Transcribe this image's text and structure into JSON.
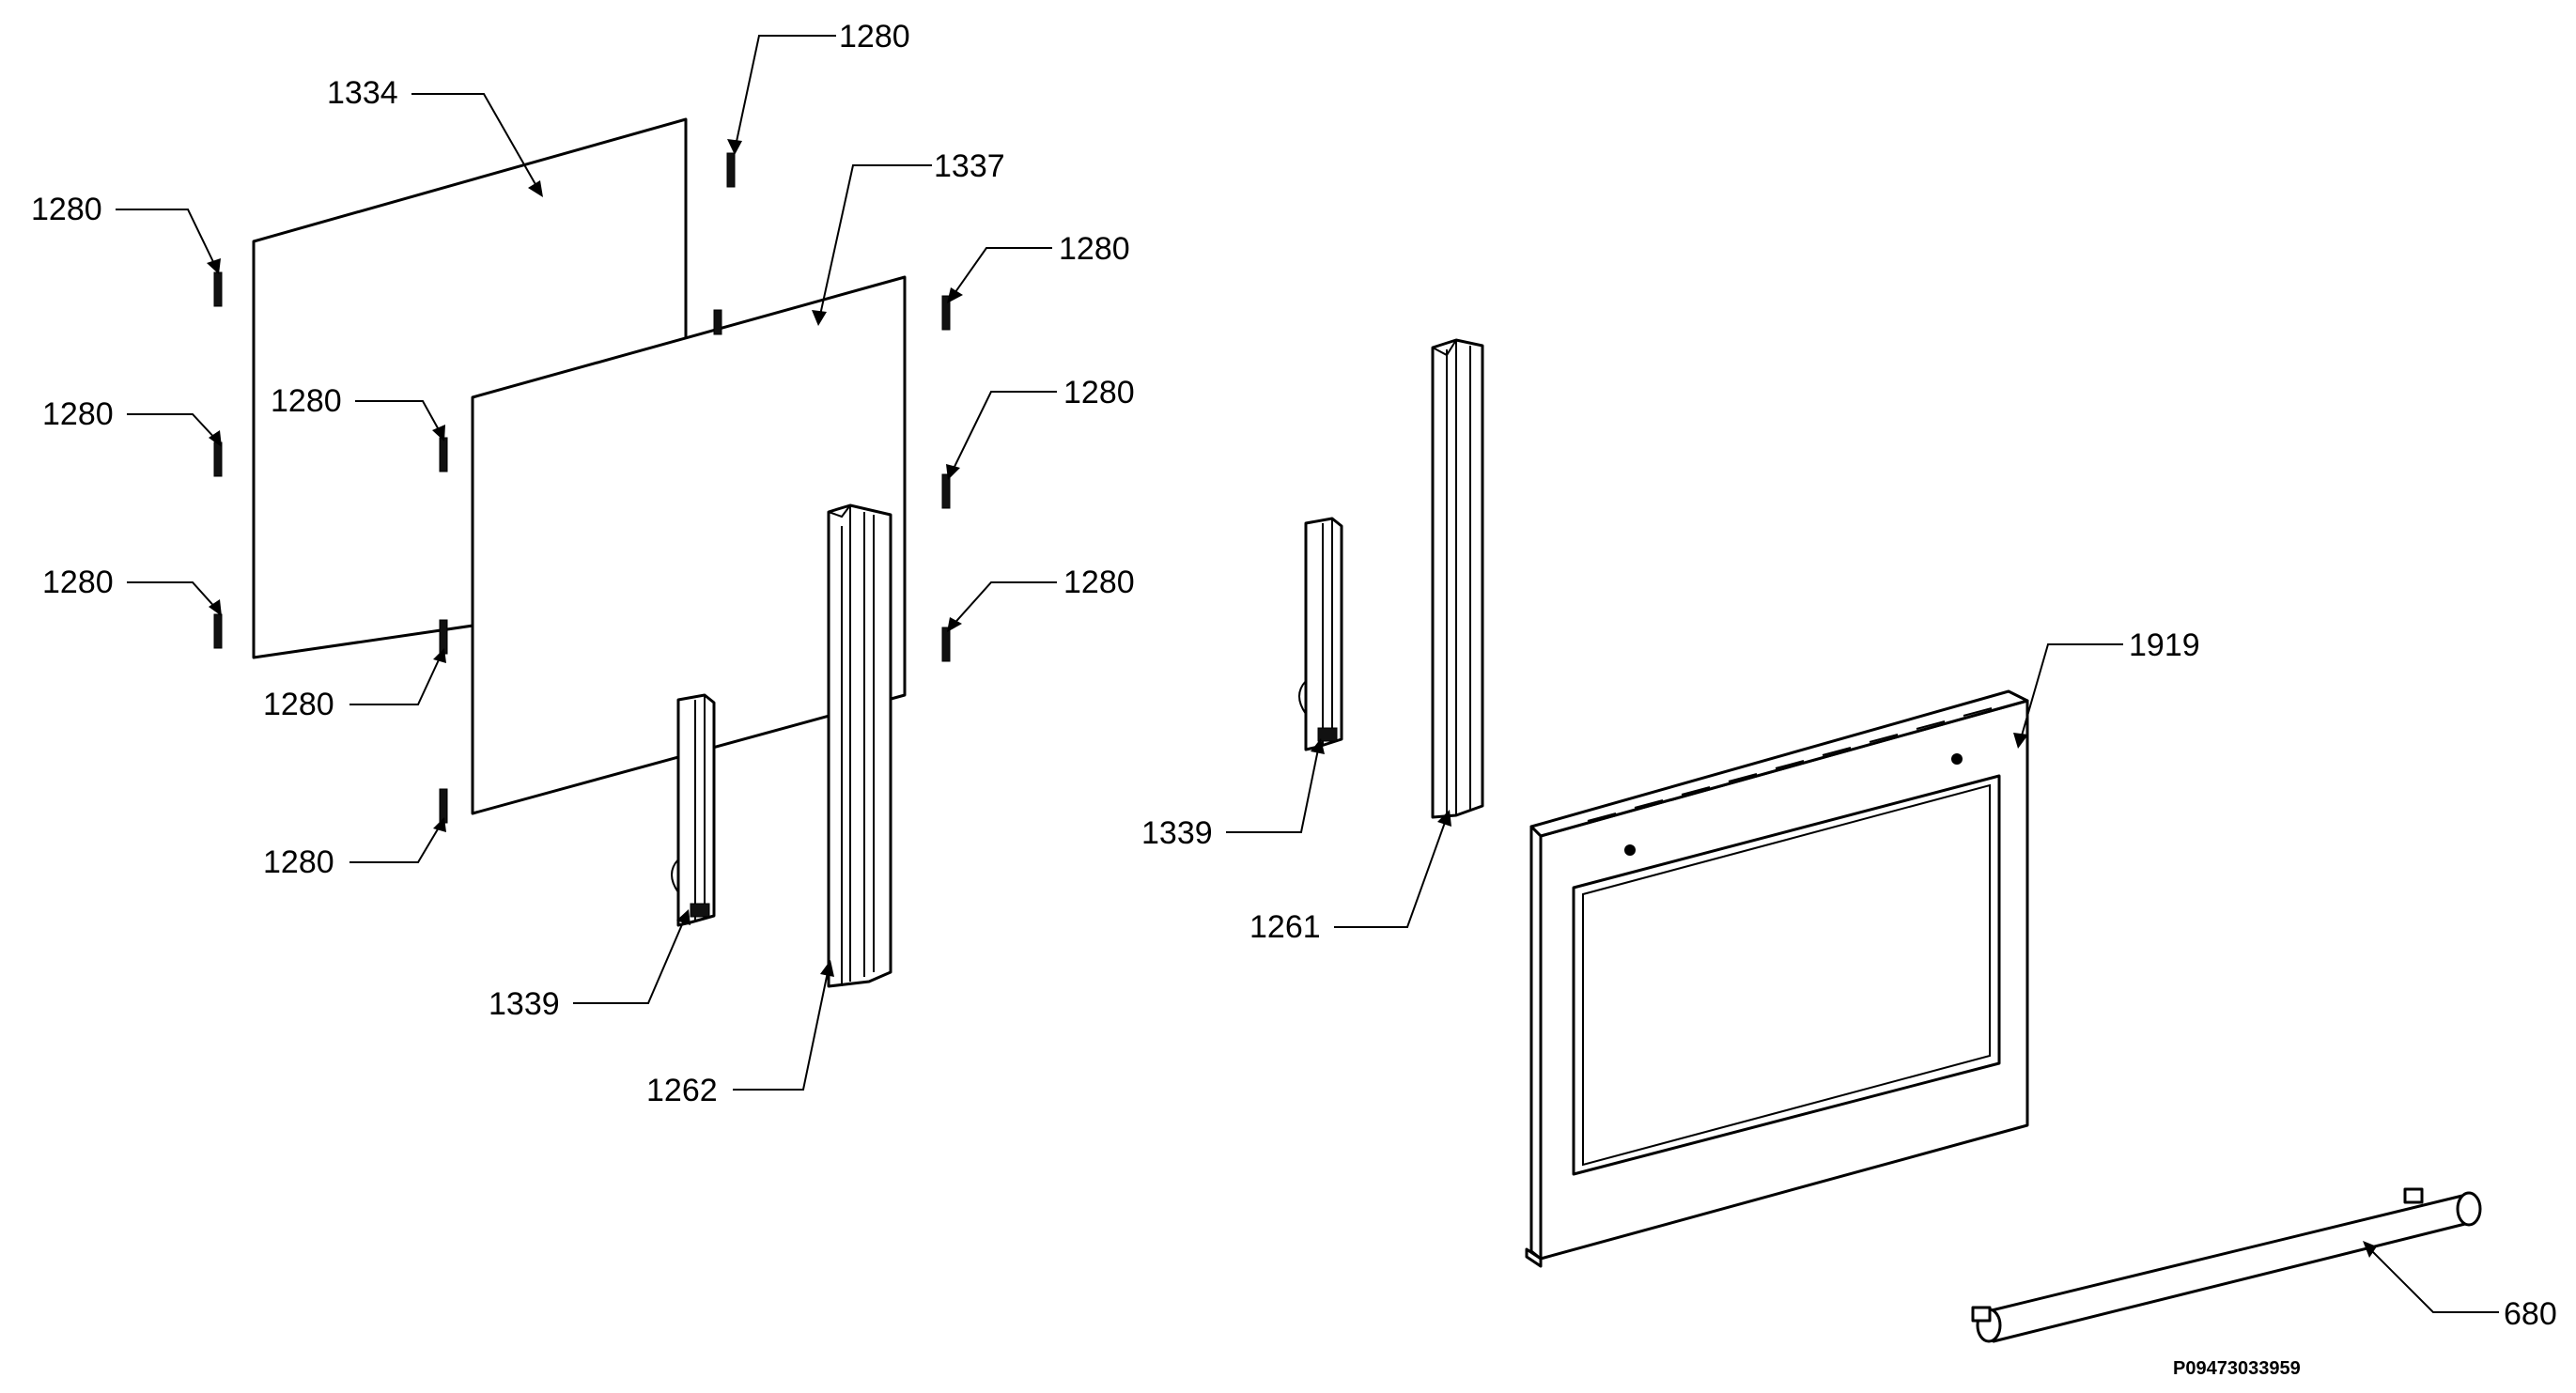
{
  "diagram": {
    "callouts": [
      {
        "label": "1280"
      },
      {
        "label": "1334"
      },
      {
        "label": "1280"
      },
      {
        "label": "1337"
      },
      {
        "label": "1280"
      },
      {
        "label": "1280"
      },
      {
        "label": "1280"
      },
      {
        "label": "1280"
      },
      {
        "label": "1280"
      },
      {
        "label": "1280"
      },
      {
        "label": "1280"
      },
      {
        "label": "1280"
      },
      {
        "label": "1339"
      },
      {
        "label": "1262"
      },
      {
        "label": "1339"
      },
      {
        "label": "1261"
      },
      {
        "label": "1919"
      },
      {
        "label": "680"
      }
    ],
    "code": "P09473033959"
  }
}
